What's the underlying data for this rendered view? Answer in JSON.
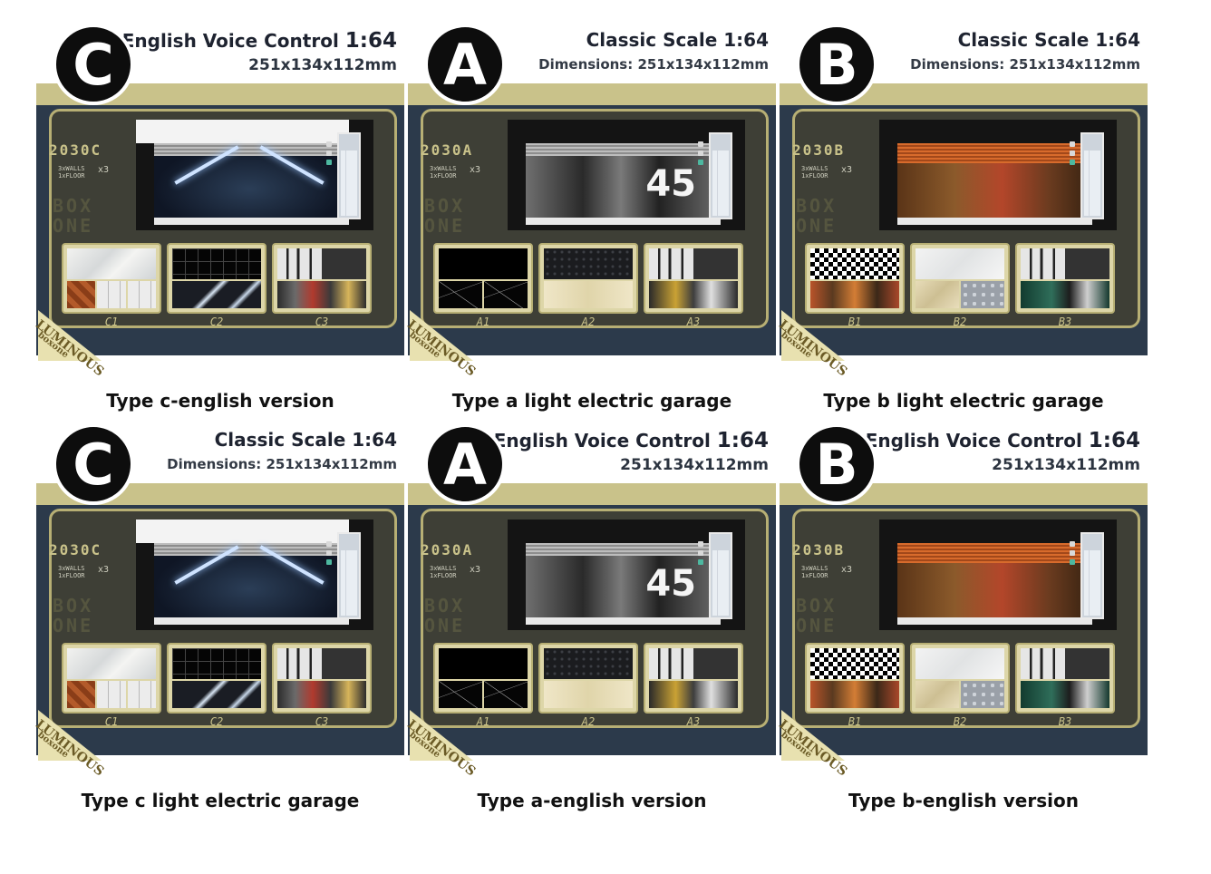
{
  "cards": [
    {
      "id": "card-1",
      "badge": "C",
      "heading_line1": "English Voice Control",
      "heading_scale": "1:64",
      "heading_line2": "251x134x112mm",
      "model": "2030C",
      "walls_text": "3xWALLS 1xFLOOR",
      "walls_mult": "x3",
      "watermark": "BOX ONE",
      "thumbs": [
        "C1",
        "C2",
        "C3"
      ],
      "luminous": "LUMINOUS",
      "brand": "boxone",
      "caption": "Type c-english version"
    },
    {
      "id": "card-2",
      "badge": "A",
      "heading_line1": "Classic Scale 1:64",
      "heading_scale": "",
      "heading_line2": "Dimensions: 251x134x112mm",
      "model": "2030A",
      "walls_text": "3xWALLS 1xFLOOR",
      "walls_mult": "x3",
      "watermark": "BOX ONE",
      "thumbs": [
        "A1",
        "A2",
        "A3"
      ],
      "door_number": "45",
      "luminous": "LUMINOUS",
      "brand": "boxone",
      "caption": "Type a light electric garage"
    },
    {
      "id": "card-3",
      "badge": "B",
      "heading_line1": "Classic Scale 1:64",
      "heading_scale": "",
      "heading_line2": "Dimensions: 251x134x112mm",
      "model": "2030B",
      "walls_text": "3xWALLS 1xFLOOR",
      "walls_mult": "x3",
      "watermark": "BOX ONE",
      "thumbs": [
        "B1",
        "B2",
        "B3"
      ],
      "luminous": "LUMINOUS",
      "brand": "boxone",
      "caption": "Type b light electric garage"
    },
    {
      "id": "card-4",
      "badge": "C",
      "heading_line1": "Classic Scale 1:64",
      "heading_scale": "",
      "heading_line2": "Dimensions: 251x134x112mm",
      "model": "2030C",
      "walls_text": "3xWALLS 1xFLOOR",
      "walls_mult": "x3",
      "watermark": "BOX ONE",
      "thumbs": [
        "C1",
        "C2",
        "C3"
      ],
      "luminous": "LUMINOUS",
      "brand": "boxone",
      "caption": "Type c light electric garage"
    },
    {
      "id": "card-5",
      "badge": "A",
      "heading_line1": "English Voice Control",
      "heading_scale": "1:64",
      "heading_line2": "251x134x112mm",
      "model": "2030A",
      "walls_text": "3xWALLS 1xFLOOR",
      "walls_mult": "x3",
      "watermark": "BOX ONE",
      "thumbs": [
        "A1",
        "A2",
        "A3"
      ],
      "door_number": "45",
      "luminous": "LUMINOUS",
      "brand": "boxone",
      "caption": "Type a-english version"
    },
    {
      "id": "card-6",
      "badge": "B",
      "heading_line1": "English Voice Control",
      "heading_scale": "1:64",
      "heading_line2": "251x134x112mm",
      "model": "2030B",
      "walls_text": "3xWALLS 1xFLOOR",
      "walls_mult": "x3",
      "watermark": "BOX ONE",
      "thumbs": [
        "B1",
        "B2",
        "B3"
      ],
      "luminous": "LUMINOUS",
      "brand": "boxone",
      "caption": "Type b-english version"
    }
  ],
  "colors": {
    "panel_navy": "#2c3a4b",
    "frame_olive": "#3e3f36",
    "accent_tan": "#c9c28a",
    "badge_black": "#0d0d0d"
  }
}
